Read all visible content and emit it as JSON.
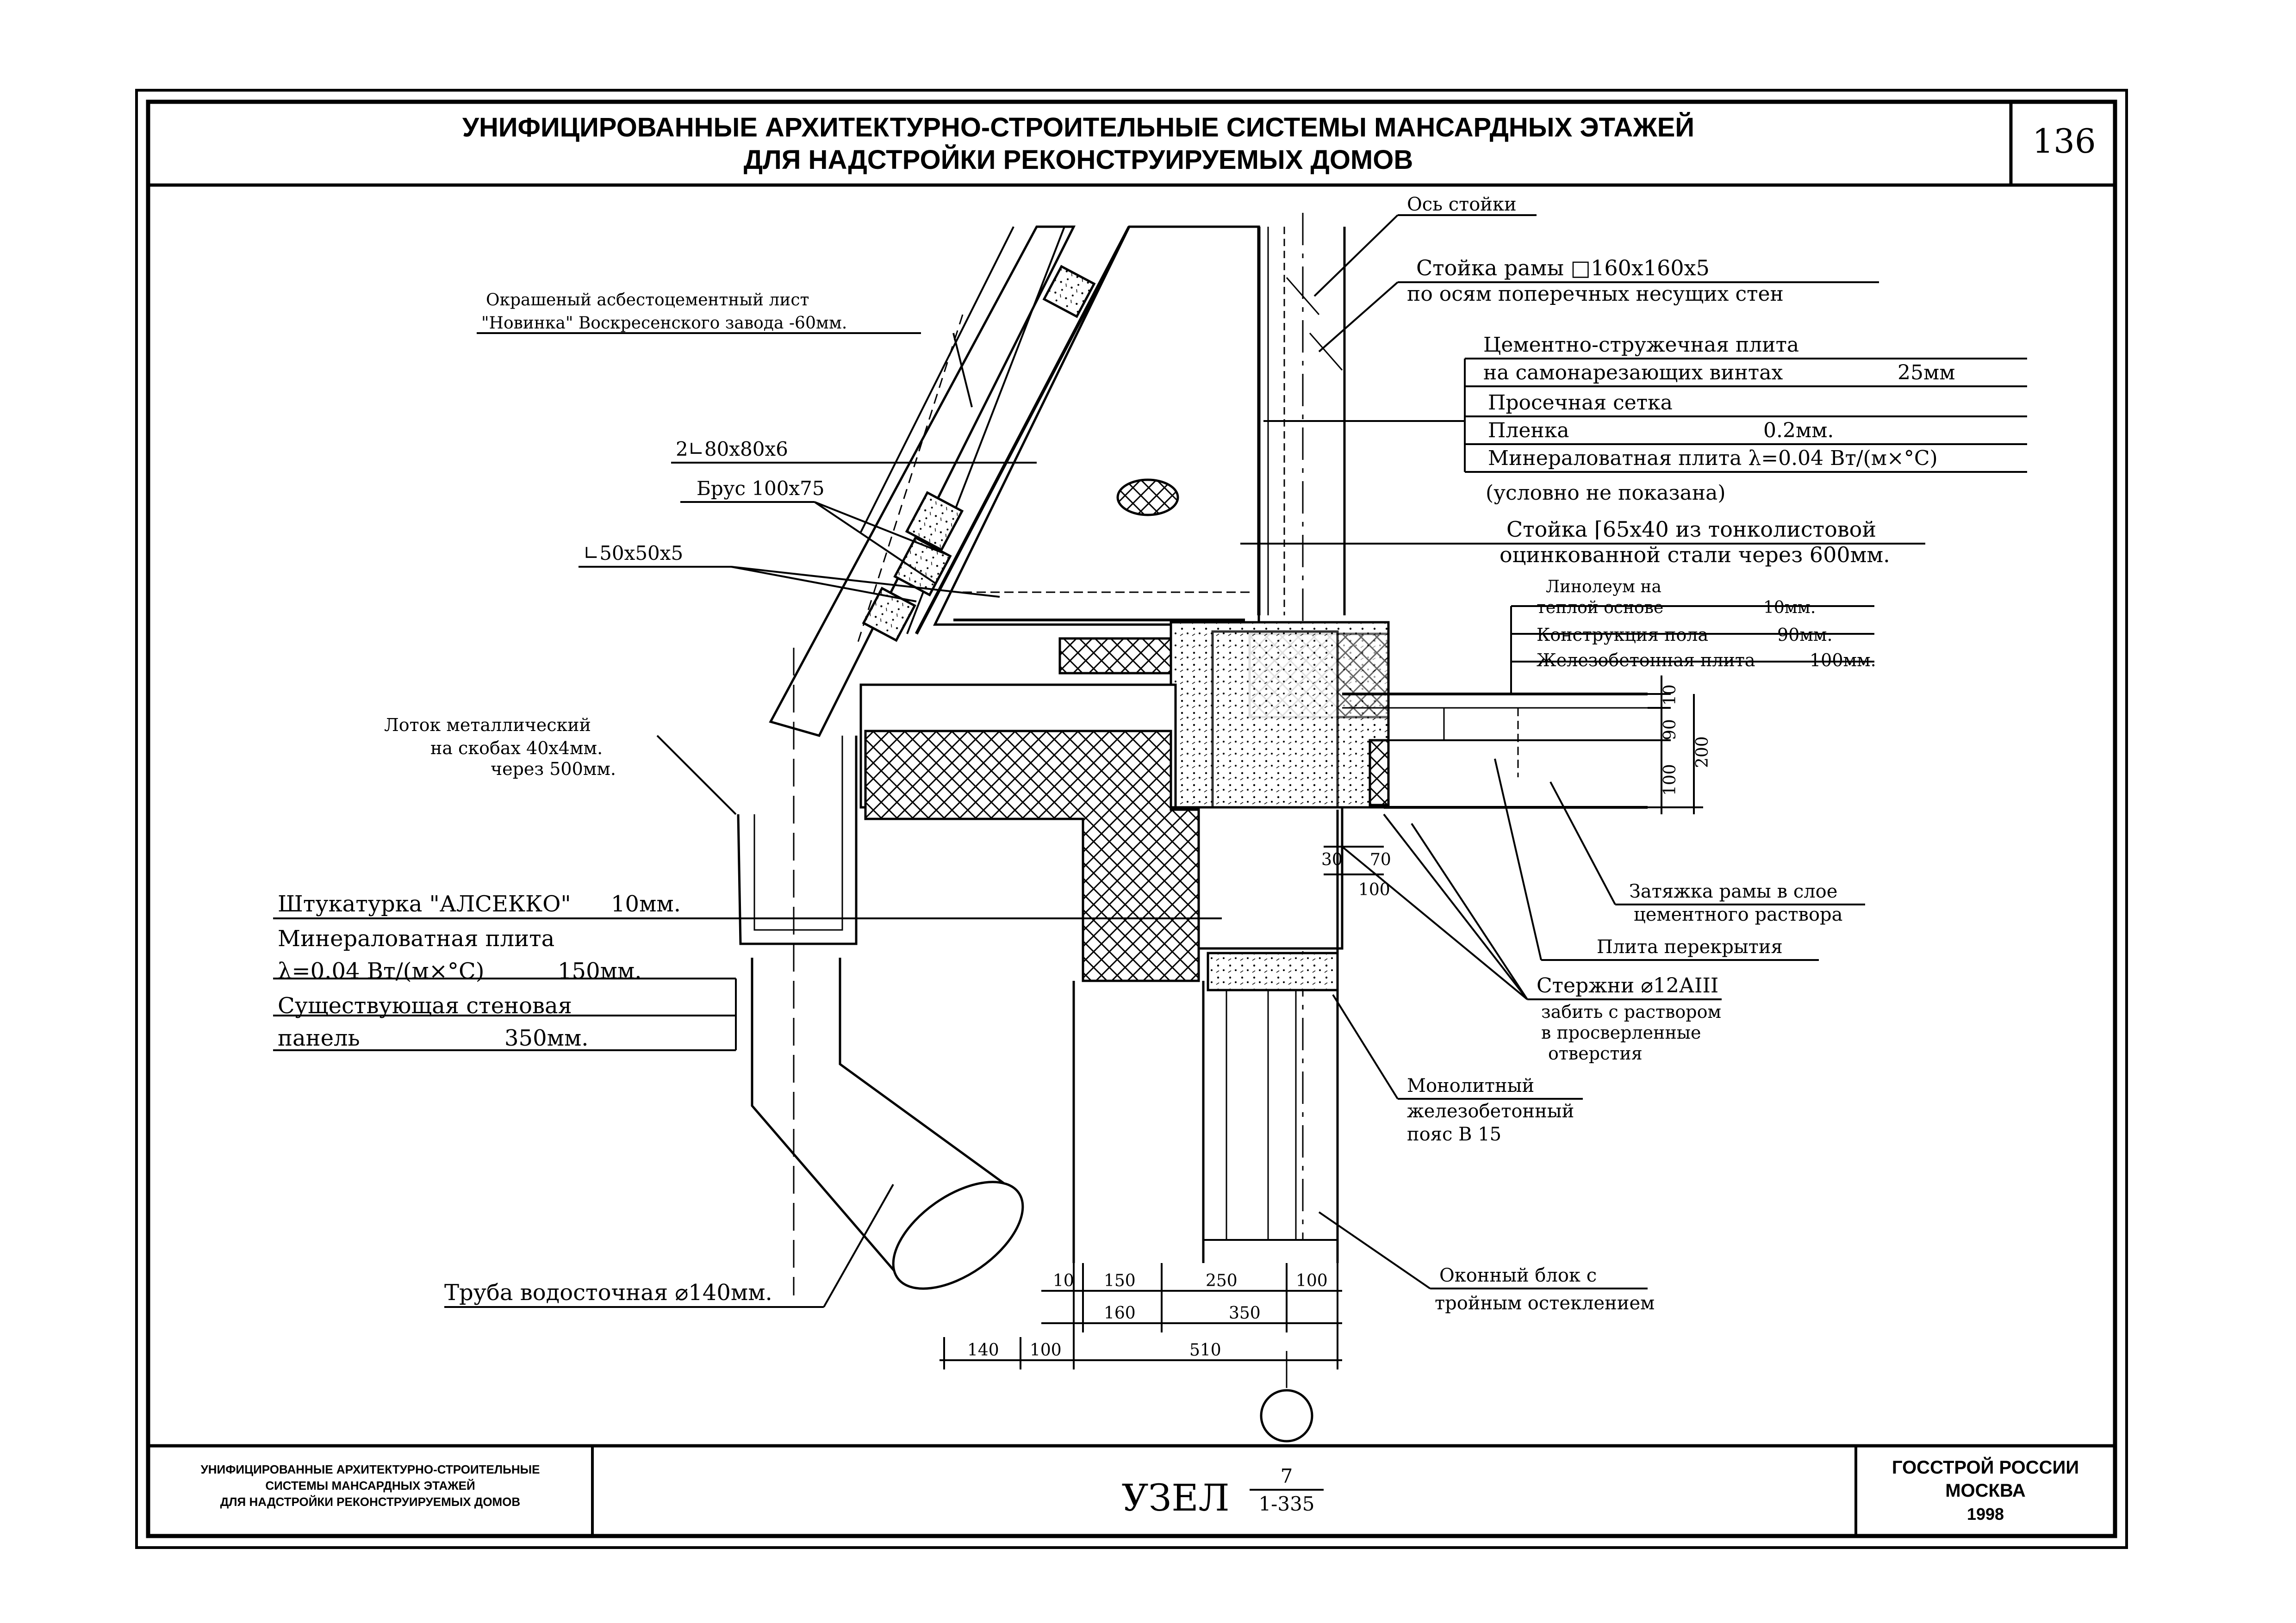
{
  "header": {
    "title_line1": "УНИФИЦИРОВАННЫЕ АРХИТЕКТУРНО-СТРОИТЕЛЬНЫЕ СИСТЕМЫ МАНСАРДНЫХ ЭТАЖЕЙ",
    "title_line2": "ДЛЯ НАДСТРОЙКИ РЕКОНСТРУИРУЕМЫХ ДОМОВ",
    "sheet_number": "136"
  },
  "labels": {
    "axis": "Ось стойки",
    "frame_post_1": "Стойка рамы □160х160х5",
    "frame_post_2": "по осям поперечных несущих стен",
    "roof_sheet_1": "Окрашеный асбестоцементный лист",
    "roof_sheet_2": "\"Новинка\" Воскресенского завода -60мм.",
    "csp_1": "Цементно-стружечная плита",
    "csp_2": "на самонарезающих винтах",
    "csp_thk": "25мм",
    "mesh": "Просечная сетка",
    "film": "Пленка",
    "film_thk": "0.2мм.",
    "mineral_inner": "Минераловатная плита λ=0.04 Вт/(м×°С)",
    "not_shown": "(условно не показана)",
    "angle_pair": "2∟80х80х6",
    "beam": "Брус 100х75",
    "angle_small": "∟50х50х5",
    "stud_1": "Стойка ⌈65х40 из тонколистовой",
    "stud_2": "оцинкованной стали через 600мм.",
    "linoleum_1": "Линолеум на",
    "linoleum_2": "теплой основе",
    "linoleum_thk": "10мм.",
    "floor_constr": "Конструкция пола",
    "floor_constr_thk": "90мм.",
    "rc_slab": "Железобетонная плита",
    "rc_slab_thk": "100мм.",
    "gutter_1": "Лоток металлический",
    "gutter_2": "на скобах 40х4мм.",
    "gutter_3": "через 500мм.",
    "plaster": "Штукатурка \"АЛСЕККО\"",
    "plaster_thk": "10мм.",
    "mineral_outer_1": "Минераловатная плита",
    "mineral_outer_2": "λ=0.04 Вт/(м×°С)",
    "mineral_outer_thk": "150мм.",
    "panel_1": "Существующая стеновая",
    "panel_2": "панель",
    "panel_thk": "350мм.",
    "tie": "Затяжка рамы в слое",
    "tie_2": "цементного раствора",
    "floor_slab": "Плита перекрытия",
    "rods": "Стержни ⌀12АIII",
    "rods_2": "забить с раствором",
    "rods_3": "в просверленные",
    "rods_4": "отверстия",
    "belt_1": "Монолитный",
    "belt_2": "железобетонный",
    "belt_3": "пояс В 15",
    "window_1": "Оконный блок с",
    "window_2": "тройным остеклением",
    "downpipe": "Труба водосточная ⌀140мм."
  },
  "dimensions": {
    "d10": "10",
    "d90": "90",
    "d100": "100",
    "d200": "200",
    "d30": "30",
    "d70": "70",
    "d100b": "100",
    "row1": [
      "10",
      "150",
      "250",
      "100"
    ],
    "row2": [
      "160",
      "350"
    ],
    "row3": [
      "140",
      "100",
      "510"
    ]
  },
  "stamp": {
    "left_1": "УНИФИЦИРОВАННЫЕ АРХИТЕКТУРНО-СТРОИТЕЛЬНЫЕ",
    "left_2": "СИСТЕМЫ МАНСАРДНЫХ ЭТАЖЕЙ",
    "left_3": "ДЛЯ НАДСТРОЙКИ РЕКОНСТРУИРУЕМЫХ ДОМОВ",
    "node_label": "УЗЕЛ",
    "node_num": "7",
    "node_ref": "1-335",
    "org_1": "ГОССТРОЙ РОССИИ",
    "org_2": "МОСКВА",
    "org_3": "1998"
  }
}
